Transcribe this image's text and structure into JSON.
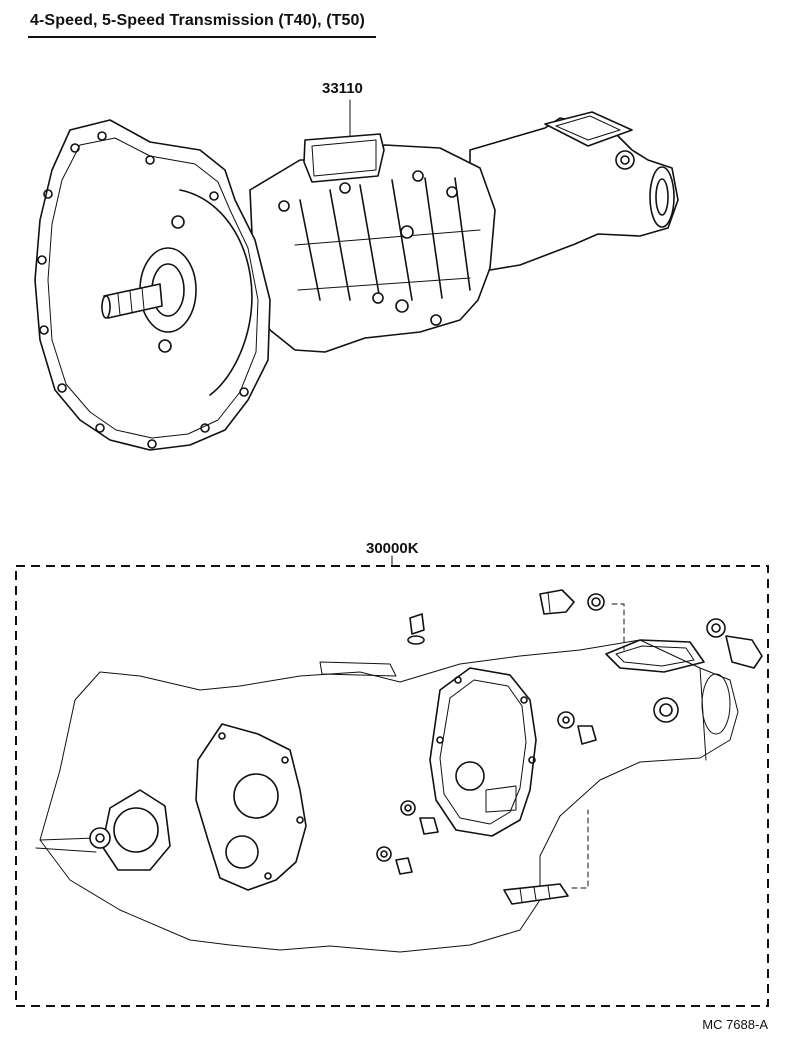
{
  "title": "4-Speed, 5-Speed Transmission (T40), (T50)",
  "parts": {
    "assembly_number": "33110",
    "kit_number": "30000K"
  },
  "footer": {
    "drawing_code": "MC 7688-A"
  }
}
